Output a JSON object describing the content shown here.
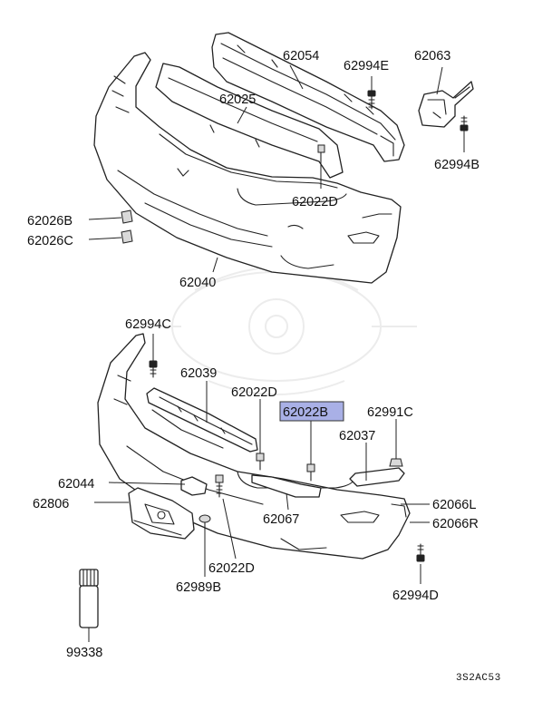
{
  "diagram": {
    "highlight_color": "#a9b0e6",
    "labels": {
      "p62054": "62054",
      "p62994E": "62994E",
      "p62063": "62063",
      "p62025": "62025",
      "p62994B": "62994B",
      "p62022D_top": "62022D",
      "p62026B": "62026B",
      "p62026C": "62026C",
      "p62040": "62040",
      "p62994C": "62994C",
      "p62039": "62039",
      "p62022D_mid": "62022D",
      "p62022B": "62022B",
      "p62991C": "62991C",
      "p62037": "62037",
      "p62044": "62044",
      "p62806": "62806",
      "p62066L": "62066L",
      "p62066R": "62066R",
      "p62067": "62067",
      "p62022D_bot": "62022D",
      "p62989B": "62989B",
      "p62994D": "62994D",
      "p99338": "99338"
    },
    "figure_code": "3S2AC53"
  }
}
